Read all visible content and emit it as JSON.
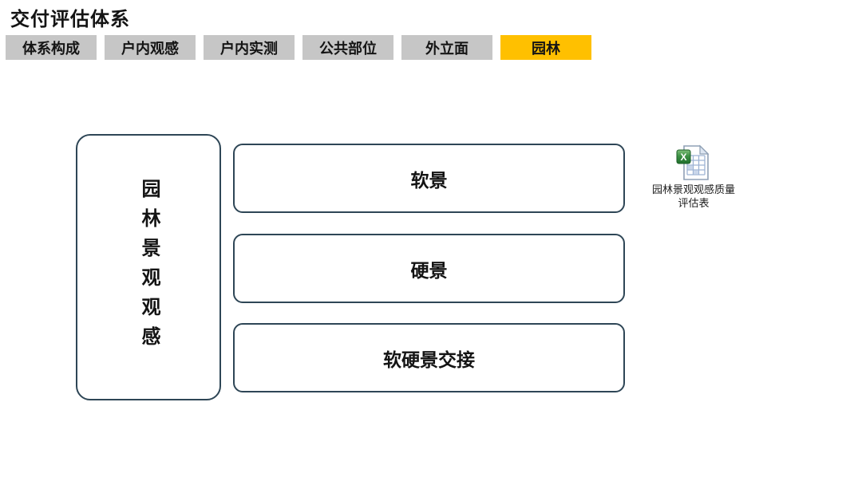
{
  "page": {
    "title": "交付评估体系"
  },
  "tab_bar": {
    "tabs": [
      {
        "label": "体系构成",
        "active": false
      },
      {
        "label": "户内观感",
        "active": false
      },
      {
        "label": "户内实测",
        "active": false
      },
      {
        "label": "公共部位",
        "active": false
      },
      {
        "label": "外立面",
        "active": false
      },
      {
        "label": "园林",
        "active": true
      }
    ]
  },
  "diagram": {
    "root_label": "园林景观观感",
    "children": [
      {
        "label": "软景"
      },
      {
        "label": "硬景"
      },
      {
        "label": "软硬景交接"
      }
    ]
  },
  "attachment": {
    "icon": "excel-file-icon",
    "label_line1": "园林景观观感质量",
    "label_line2": "评估表"
  },
  "colors": {
    "tab_inactive_bg": "#C6C6C6",
    "tab_active_bg": "#FFC000",
    "node_border": "#2E4656",
    "text": "#111111"
  }
}
